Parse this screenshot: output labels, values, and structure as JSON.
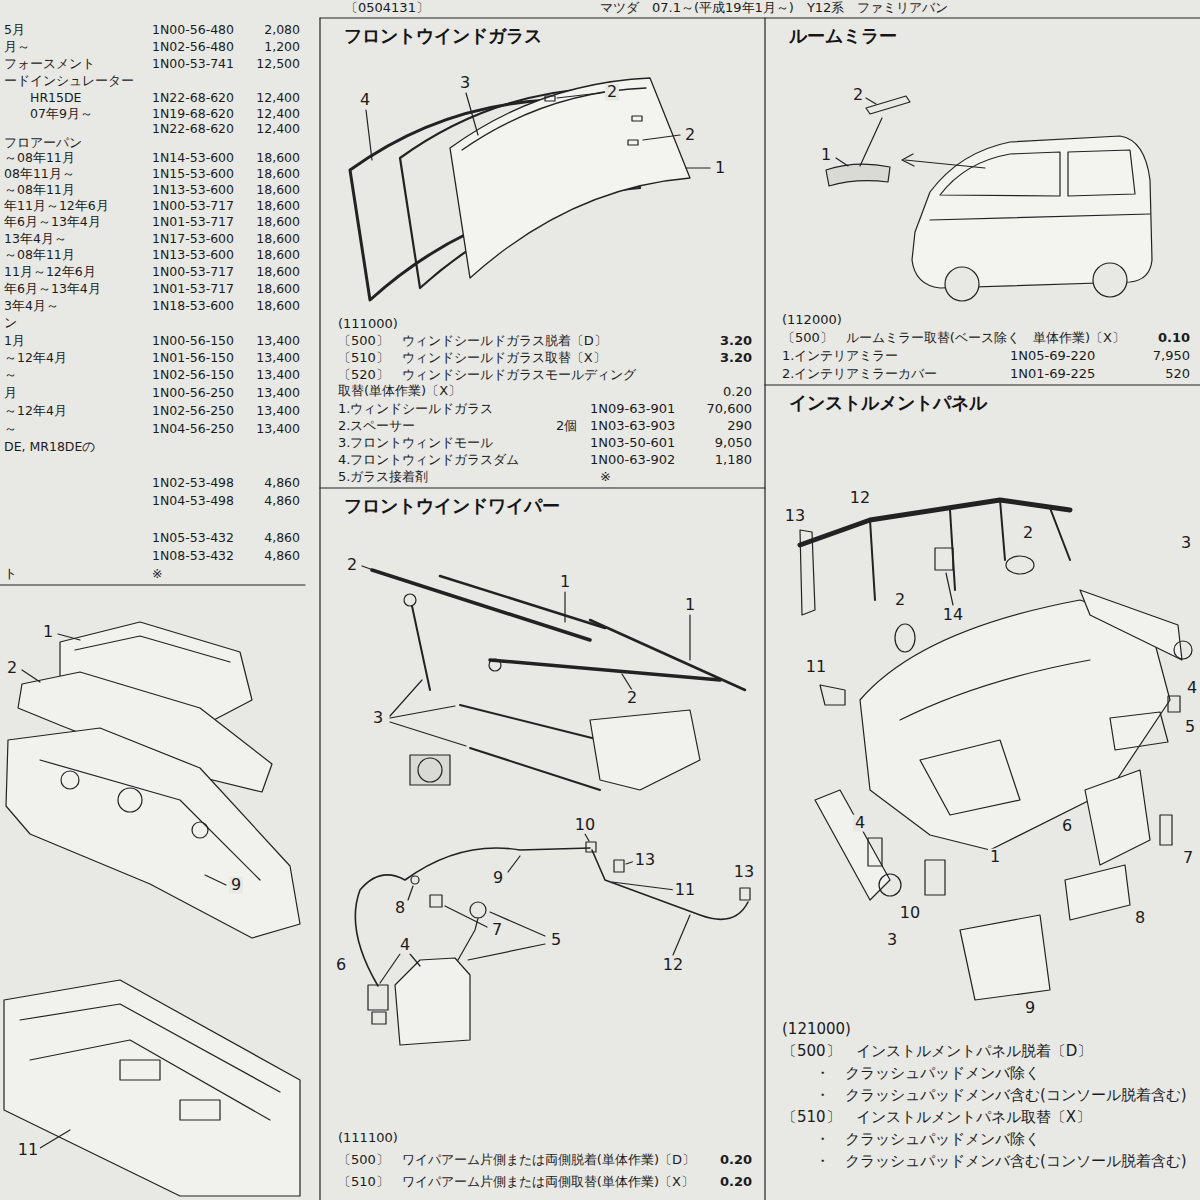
{
  "diagram": {
    "nodes": [
      {
        "text": [
          "フロントウインドガラス"
        ]
      },
      {
        "text": [
          "ルームミラー"
        ]
      },
      {
        "text": [
          "フロントウインドワイパー"
        ]
      },
      {
        "text": [
          "インストルメントパネル"
        ]
      }
    ],
    "labels": [
      "〔0504131〕",
      "マツダ　07.1～(平成19年1月～)　Y12系　ファミリアバン",
      "5月",
      "1N00-56-480",
      "2,080",
      "月～",
      "1N02-56-480",
      "1,200",
      "フォースメント",
      "1N00-53-741",
      "12,500",
      "ードインシュレーター",
      "HR15DE",
      "1N22-68-620",
      "12,400",
      "07年9月～",
      "1N19-68-620",
      "12,400",
      "1N22-68-620",
      "12,400",
      "フロアーパン",
      "～08年11月",
      "1N14-53-600",
      "18,600",
      "08年11月～",
      "1N15-53-600",
      "18,600",
      "～08年11月",
      "1N13-53-600",
      "18,600",
      "年11月～12年6月",
      "1N00-53-717",
      "18,600",
      "年6月～13年4月",
      "1N01-53-717",
      "18,600",
      "13年4月～",
      "1N17-53-600",
      "18,600",
      "～08年11月",
      "1N13-53-600",
      "18,600",
      "11月～12年6月",
      "1N00-53-717",
      "18,600",
      "年6月～13年4月",
      "1N01-53-717",
      "18,600",
      "3年4月～",
      "1N18-53-600",
      "18,600",
      "ン",
      "1月",
      "1N00-56-150",
      "13,400",
      "～12年4月",
      "1N01-56-150",
      "13,400",
      "～",
      "1N02-56-150",
      "13,400",
      "月",
      "1N00-56-250",
      "13,400",
      "～12年4月",
      "1N02-56-250",
      "13,400",
      "～",
      "1N04-56-250",
      "13,400",
      "DE, MR18DEの",
      "1N02-53-498",
      "4,860",
      "1N04-53-498",
      "4,860",
      "1N05-53-432",
      "4,860",
      "1N08-53-432",
      "4,860",
      "ト",
      "※",
      "1",
      "2",
      "9",
      "11",
      "4",
      "3",
      "2",
      "2",
      "1",
      "(111000)",
      "〔500〕　ウィンドシールドガラス脱着〔D〕",
      "3.20",
      "〔510〕　ウィンドシールドガラス取替〔X〕",
      "3.20",
      "〔520〕　ウィンドシールドガラスモールディング取替(単体作業)〔X〕",
      "0.20",
      "1.ウィンドシールドガラス",
      "1N09-63-901",
      "70,600",
      "2.スペーサー",
      "2個",
      "1N03-63-903",
      "290",
      "3.フロントウィンドモール",
      "1N03-50-601",
      "9,050",
      "4.フロントウィンドガラスダム",
      "1N00-63-902",
      "1,180",
      "5.ガラス接着剤",
      "※",
      "2",
      "1",
      "(112000)",
      "〔500〕　ルームミラー取替(ベース除く　単体作業)〔X〕",
      "0.10",
      "1.インテリアミラー",
      "1N05-69-220",
      "7,950",
      "2.インテリアミラーカバー",
      "1N01-69-225",
      "520",
      "2",
      "1",
      "1",
      "3",
      "2",
      "9",
      "10",
      "8",
      "13",
      "11",
      "6",
      "7",
      "13",
      "4",
      "5",
      "12",
      "(111100)",
      "〔500〕　ワイパアーム片側または両側脱着(単体作業)〔D〕",
      "0.20",
      "〔510〕　ワイパアーム片側または両側取替(単体作業)〔X〕",
      "0.20",
      "13",
      "12",
      "2",
      "3",
      "2",
      "14",
      "11",
      "4",
      "5",
      "4",
      "6",
      "7",
      "1",
      "10",
      "3",
      "9",
      "8",
      "(121000)",
      "〔500〕　インストルメントパネル脱着〔D〕",
      "・　クラッシュパッドメンバ除く",
      "・　クラッシュパッドメンバ含む(コンソール脱着含む)",
      "〔510〕　インストルメントパネル取替〔X〕",
      "・　クラッシュパッドメンバ除く",
      "・　クラッシュパッドメンバ含む(コンソール脱着含む)"
    ]
  }
}
